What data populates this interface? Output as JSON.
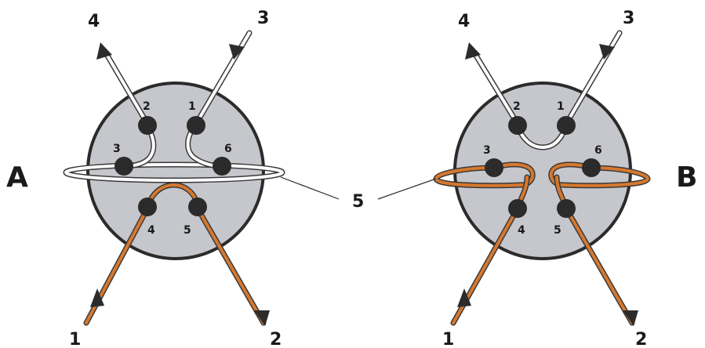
{
  "diagram": {
    "panel_a_label": "A",
    "panel_b_label": "B",
    "loop_label": "5",
    "panel_a": {
      "external_labels": {
        "ext1": "1",
        "ext2": "2",
        "ext3": "3",
        "ext4": "4"
      },
      "ports": {
        "p1": "1",
        "p2": "2",
        "p3": "3",
        "p4": "4",
        "p5": "5",
        "p6": "6"
      }
    },
    "panel_b": {
      "external_labels": {
        "ext1": "1",
        "ext2": "2",
        "ext3": "3",
        "ext4": "4"
      },
      "ports": {
        "p1": "1",
        "p2": "2",
        "p3": "3",
        "p4": "4",
        "p5": "5",
        "p6": "6"
      }
    },
    "colors": {
      "valve_body": "#c6c7cc",
      "port": "#2b2b2b",
      "tube_outline": "#3a3a3a",
      "tube_white": "#ffffff",
      "tube_orange": "#d6782e"
    }
  }
}
